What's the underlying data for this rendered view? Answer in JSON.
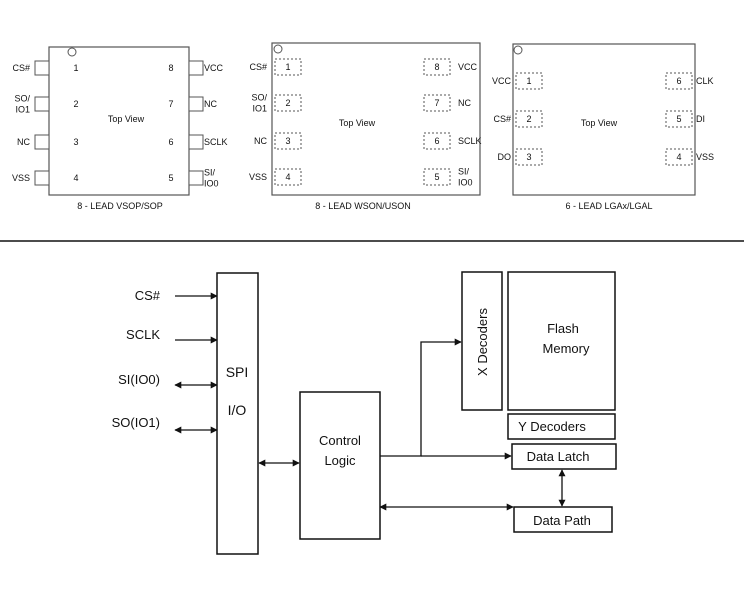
{
  "packages": [
    {
      "caption": "8 - LEAD VSOP/SOP",
      "center": "Top View",
      "left_pins": [
        {
          "label": "CS#",
          "num": "1"
        },
        {
          "label": "SO/\nIO1",
          "num": "2"
        },
        {
          "label": "NC",
          "num": "3"
        },
        {
          "label": "VSS",
          "num": "4"
        }
      ],
      "right_pins": [
        {
          "label": "VCC",
          "num": "8"
        },
        {
          "label": "NC",
          "num": "7"
        },
        {
          "label": "SCLK",
          "num": "6"
        },
        {
          "label": "SI/\nIO0",
          "num": "5"
        }
      ]
    },
    {
      "caption": "8 - LEAD WSON/USON",
      "center": "Top View",
      "left_pins": [
        {
          "label": "CS#",
          "num": "1"
        },
        {
          "label": "SO/\nIO1",
          "num": "2"
        },
        {
          "label": "NC",
          "num": "3"
        },
        {
          "label": "VSS",
          "num": "4"
        }
      ],
      "right_pins": [
        {
          "label": "VCC",
          "num": "8"
        },
        {
          "label": "NC",
          "num": "7"
        },
        {
          "label": "SCLK",
          "num": "6"
        },
        {
          "label": "SI/\nIO0",
          "num": "5"
        }
      ]
    },
    {
      "caption": "6 - LEAD LGAx/LGAL",
      "center": "Top View",
      "left_pins": [
        {
          "label": "VCC",
          "num": "1"
        },
        {
          "label": "CS#",
          "num": "2"
        },
        {
          "label": "DO",
          "num": "3"
        }
      ],
      "right_pins": [
        {
          "label": "CLK",
          "num": "6"
        },
        {
          "label": "DI",
          "num": "5"
        },
        {
          "label": "VSS",
          "num": "4"
        }
      ]
    }
  ],
  "block": {
    "signals": [
      "CS#",
      "SCLK",
      "SI(IO0)",
      "SO(IO1)"
    ],
    "spi_io": [
      "SPI",
      "I/O"
    ],
    "control_logic": [
      "Control",
      "Logic"
    ],
    "x_decoders": "X Decoders",
    "flash_memory": [
      "Flash",
      "Memory"
    ],
    "y_decoders": "Y Decoders",
    "data_latch": "Data Latch",
    "data_path": "Data Path"
  }
}
